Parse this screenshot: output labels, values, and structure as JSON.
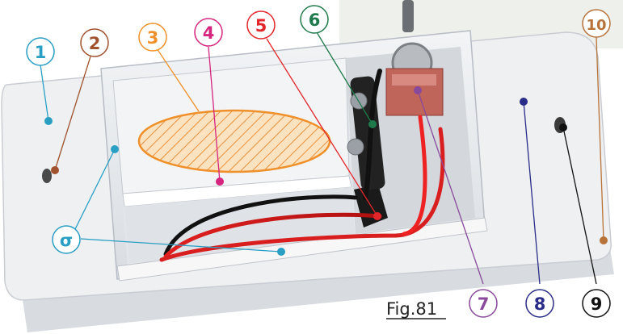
{
  "figure": {
    "caption": "Fig.81"
  },
  "callouts": [
    {
      "id": "c1",
      "label": "1",
      "color": "#2a9fc4"
    },
    {
      "id": "c2",
      "label": "2",
      "color": "#a0522d"
    },
    {
      "id": "c3",
      "label": "3",
      "color": "#f0902a"
    },
    {
      "id": "c4",
      "label": "4",
      "color": "#d6257f"
    },
    {
      "id": "c5",
      "label": "5",
      "color": "#e3262a"
    },
    {
      "id": "c6",
      "label": "6",
      "color": "#1e7a4a"
    },
    {
      "id": "c7",
      "label": "7",
      "color": "#8a4a9c"
    },
    {
      "id": "c8",
      "label": "8",
      "color": "#2a2d88"
    },
    {
      "id": "c9",
      "label": "9",
      "color": "#111111"
    },
    {
      "id": "c10",
      "label": "10",
      "color": "#b8733a"
    },
    {
      "id": "csig",
      "label": "σ",
      "color": "#2a9fc4"
    }
  ]
}
